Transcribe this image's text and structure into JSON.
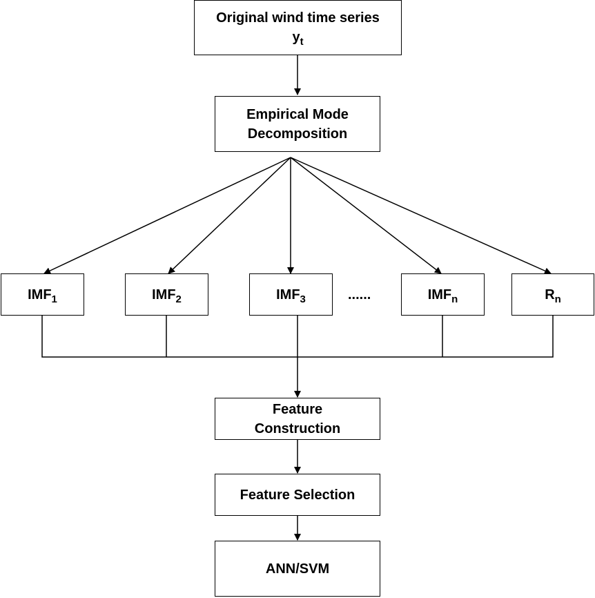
{
  "nodes": {
    "original": {
      "line1": "Original wind time series",
      "sym": "y",
      "sub": "t"
    },
    "emd": {
      "line1": "Empirical Mode",
      "line2": "Decomposition"
    },
    "imf1": {
      "base": "IMF",
      "sub": "1"
    },
    "imf2": {
      "base": "IMF",
      "sub": "2"
    },
    "imf3": {
      "base": "IMF",
      "sub": "3"
    },
    "ellipsis": "......",
    "imfn": {
      "base": "IMF",
      "sub": "n"
    },
    "rn": {
      "base": "R",
      "sub": "n"
    },
    "feature_construction": {
      "line1": "Feature",
      "line2": "Construction"
    },
    "feature_selection": "Feature Selection",
    "model": "ANN/SVM"
  }
}
